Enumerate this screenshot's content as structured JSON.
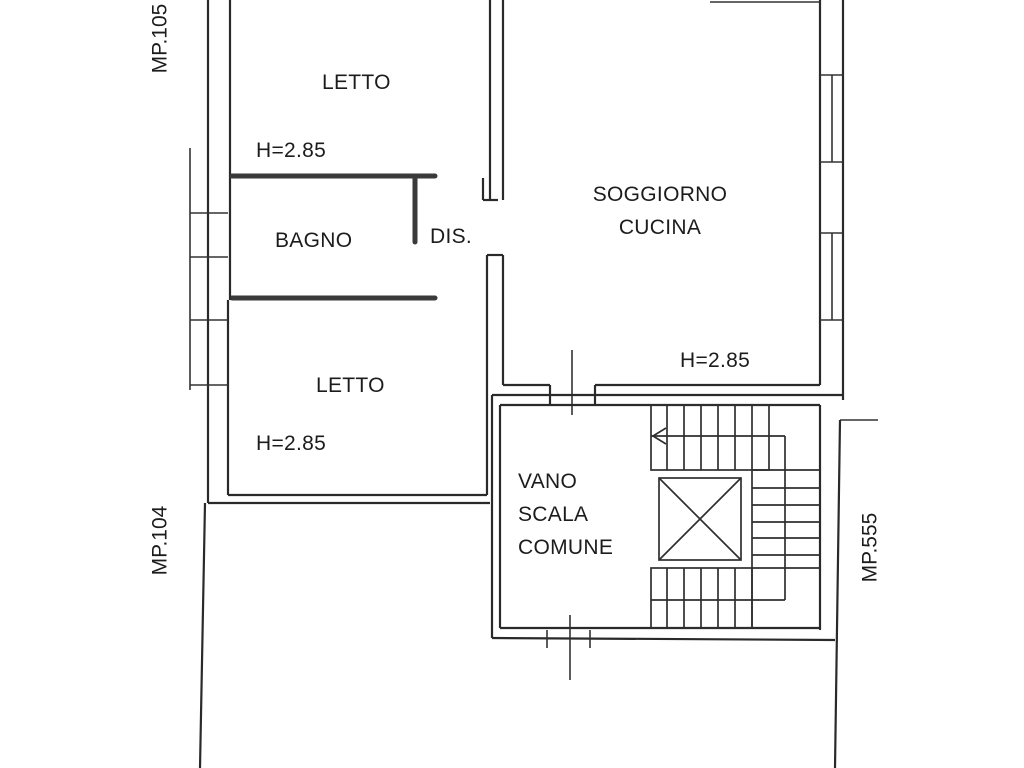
{
  "plan": {
    "title": "",
    "rooms": [
      {
        "id": "letto-1",
        "label": "LETTO"
      },
      {
        "id": "bagno",
        "label": "BAGNO"
      },
      {
        "id": "disimpegno",
        "label": "DIS."
      },
      {
        "id": "letto-2",
        "label": "LETTO"
      },
      {
        "id": "soggiorno",
        "label_line1": "SOGGIORNO",
        "label_line2": "CUCINA"
      },
      {
        "id": "vano-scala",
        "label_line1": "VANO",
        "label_line2": "SCALA",
        "label_line3": "COMUNE"
      }
    ],
    "heights": {
      "letto_1": "H=2.85",
      "letto_2": "H=2.85",
      "soggiorno": "H=2.85"
    },
    "parcels": {
      "top_left": "MP.105",
      "bottom_left": "MP.104",
      "right": "MP.555"
    },
    "colors": {
      "line": "#2a2a2a",
      "background": "#ffffff",
      "text": "#1c1c1c"
    }
  }
}
